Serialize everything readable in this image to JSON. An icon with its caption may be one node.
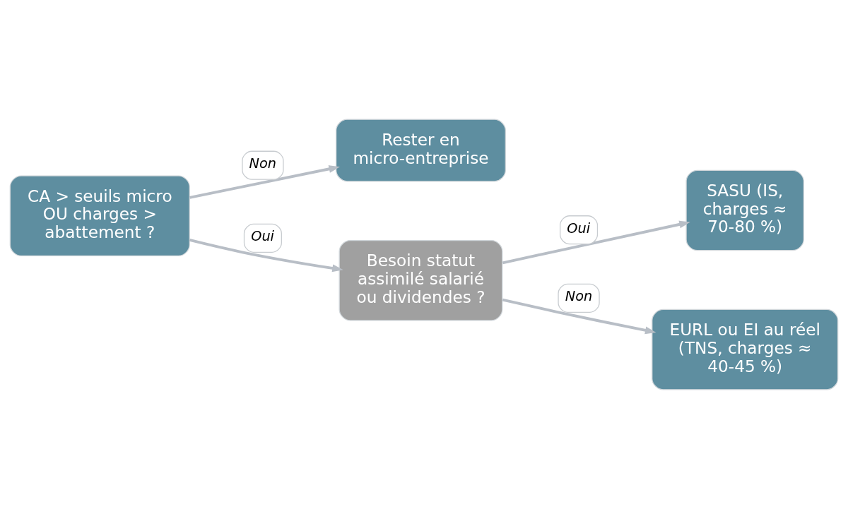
{
  "diagram": {
    "nodes": [
      {
        "text": [
          "CA > seuils micro OU charges > abattement ?"
        ]
      },
      {
        "text": [
          "Rester en micro-entreprise"
        ]
      },
      {
        "text": [
          "Besoin statut assimilé salarié ou dividendes ?"
        ]
      },
      {
        "text": [
          "SASU (IS, charges ≈ 70-80 %)"
        ]
      },
      {
        "text": [
          "EURL ou EI au réel (TNS, charges ≈ 40-45 %)"
        ]
      }
    ],
    "edges": [
      {
        "from": 0,
        "to": 1,
        "arrow": "to",
        "label": "Non"
      },
      {
        "from": 0,
        "to": 2,
        "arrow": "to",
        "label": "Oui"
      },
      {
        "from": 2,
        "to": 3,
        "arrow": "to",
        "label": "Oui"
      },
      {
        "from": 2,
        "to": 4,
        "arrow": "to",
        "label": "Non"
      }
    ]
  }
}
